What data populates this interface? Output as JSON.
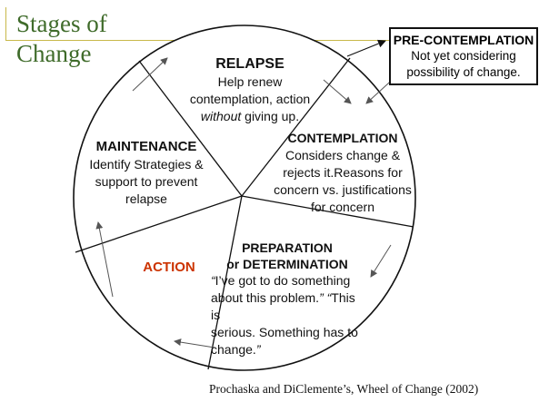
{
  "title": {
    "line1": "Stages of",
    "line2": "Change"
  },
  "stages": {
    "relapse": {
      "heading": "RELAPSE",
      "line1": "Help renew",
      "line2": "contemplation, action",
      "line3_italic": "without",
      "line3_rest": " giving up."
    },
    "maintenance": {
      "heading": "MAINTENANCE",
      "line1": "Identify Strategies &",
      "line2": "support to prevent",
      "line3": "relapse"
    },
    "contemplation": {
      "heading": "CONTEMPLATION",
      "line1": "Considers change &",
      "line2": "rejects it.Reasons for",
      "line3": "concern vs. justifications",
      "line4": "for concern"
    },
    "preparation": {
      "heading1": "PREPARATION",
      "heading2": "or DETERMINATION",
      "quote1_a": "“",
      "quote1_b": "I’ve got to do something",
      "quote1_c": "about this problem.",
      "quote1_d": "” “",
      "quote1_e": "This is",
      "quote1_f": "serious. Something has to",
      "quote1_g": "change.",
      "quote1_h": "”"
    },
    "action": {
      "heading": "ACTION"
    },
    "precontemplation": {
      "heading": "PRE-CONTEMPLATION",
      "line1": "Not yet considering",
      "line2": "possibility of change."
    }
  },
  "citation": "Prochaska and DiClemente’s, Wheel of Change (2002)",
  "colors": {
    "title": "#3f6b2a",
    "action": "#cc3300",
    "accent_rule": "#c8b84a",
    "outline": "#111111"
  }
}
